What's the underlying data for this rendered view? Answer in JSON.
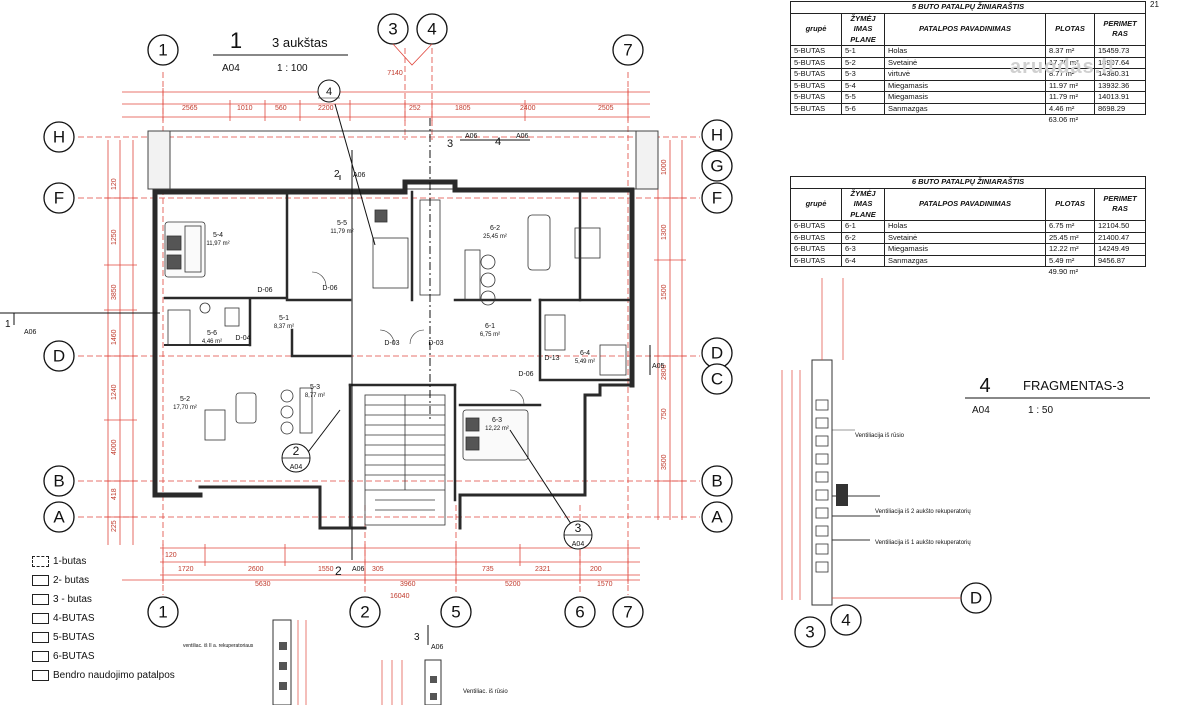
{
  "plan": {
    "number": "1",
    "title": "3 aukštas",
    "sheet": "A04",
    "scale": "1 : 100"
  },
  "fragment": {
    "number": "4",
    "title": "FRAGMENTAS-3",
    "sheet": "A04",
    "scale": "1 : 50",
    "notes": [
      "Ventiliacija iš rūsio",
      "Ventiliacija iš 2 aukšto rekuperatorių",
      "Ventiliacija iš 1 aukšto rekuperatorių"
    ]
  },
  "grid_axes": {
    "top": [
      "1",
      "3",
      "4",
      "7"
    ],
    "bottom": [
      "1",
      "2",
      "5",
      "6",
      "7"
    ],
    "left": [
      "H",
      "F",
      "D",
      "B",
      "A"
    ],
    "right": [
      "H",
      "G",
      "F",
      "D",
      "C",
      "B",
      "A"
    ],
    "fragment": [
      "3",
      "4",
      "D"
    ]
  },
  "rooms": [
    {
      "id": "5-4",
      "area": "11,97 m²"
    },
    {
      "id": "5-5",
      "area": "11,79 m²"
    },
    {
      "id": "6-2",
      "area": "25,45 m²"
    },
    {
      "id": "5-6",
      "area": "4,46 m²"
    },
    {
      "id": "5-1",
      "area": "8,37 m²"
    },
    {
      "id": "6-1",
      "area": "6,75 m²"
    },
    {
      "id": "6-4",
      "area": "5,49 m²"
    },
    {
      "id": "5-2",
      "area": "17,70 m²"
    },
    {
      "id": "5-3",
      "area": "8,77 m²"
    },
    {
      "id": "6-3",
      "area": "12,22 m²"
    }
  ],
  "doors": [
    "D-06",
    "D-06",
    "D-04",
    "D-03",
    "D-03",
    "D-13",
    "D-06"
  ],
  "section_marks": {
    "s1": {
      "num": "1",
      "sheet": "A06"
    },
    "s2": {
      "num": "2",
      "sheet": "A06"
    },
    "s3": {
      "num": "3",
      "sheet": "A06"
    },
    "s4": {
      "num": "4",
      "sheet": "A06"
    },
    "s5": {
      "num": "5",
      "sheet": "A05"
    },
    "c2": {
      "num": "2",
      "sheet": "A04"
    },
    "c3": {
      "num": "3",
      "sheet": "A04"
    },
    "c4": {
      "num": "4",
      "sheet": ""
    }
  },
  "dimensions": {
    "overall": "16040",
    "top_total": "7140",
    "top_segments": [
      "2565",
      "1010",
      "560",
      "2200",
      "252",
      "1805",
      "2400",
      "2505"
    ],
    "bottom_segments": [
      "120",
      "1720",
      "2600",
      "1550",
      "305",
      "735",
      "2321",
      "200"
    ],
    "bottom_totals": [
      "5630",
      "3960",
      "5200",
      "1570"
    ],
    "left_segments": [
      "120",
      "1250",
      "3850",
      "1460",
      "1240",
      "4000",
      "418",
      "225"
    ],
    "right_segments": [
      "1000",
      "1300",
      "1500",
      "2800",
      "750",
      "3500"
    ]
  },
  "table5": {
    "title": "5 BUTO PATALPŲ ŽINIARAŠTIS",
    "headers": [
      "grupė",
      "ŽYMĖJ IMAS PLANE",
      "PATALPOS PAVADINIMAS",
      "PLOTAS",
      "PERIMET RAS"
    ],
    "rows": [
      [
        "5-BUTAS",
        "5-1",
        "Holas",
        "8.37 m²",
        "15459.73"
      ],
      [
        "5-BUTAS",
        "5-2",
        "Svetainė",
        "17.70 m²",
        "18907.64"
      ],
      [
        "5-BUTAS",
        "5-3",
        "virtuvė",
        "8.77 m²",
        "14380.31"
      ],
      [
        "5-BUTAS",
        "5-4",
        "Miegamasis",
        "11.97 m²",
        "13932.36"
      ],
      [
        "5-BUTAS",
        "5-5",
        "Miegamasis",
        "11.79 m²",
        "14013.91"
      ],
      [
        "5-BUTAS",
        "5-6",
        "Sanmazgas",
        "4.46 m²",
        "8698.29"
      ]
    ],
    "total": "63.06 m²"
  },
  "table6": {
    "title": "6 BUTO PATALPŲ ŽINIARAŠTIS",
    "headers": [
      "grupė",
      "ŽYMĖJ IMAS PLANE",
      "PATALPOS PAVADINIMAS",
      "PLOTAS",
      "PERIMET RAS"
    ],
    "rows": [
      [
        "6-BUTAS",
        "6-1",
        "Holas",
        "6.75 m²",
        "12104.50"
      ],
      [
        "6-BUTAS",
        "6-2",
        "Svetainė",
        "25.45 m²",
        "21400.47"
      ],
      [
        "6-BUTAS",
        "6-3",
        "Miegamasis",
        "12.22 m²",
        "14249.49"
      ],
      [
        "6-BUTAS",
        "6-4",
        "Sanmazgas",
        "5.49 m²",
        "9456.87"
      ]
    ],
    "total": "49.90 m²"
  },
  "legend": [
    "1-butas",
    "2- butas",
    "3 - butas",
    "4-BUTAS",
    "5-BUTAS",
    "6-BUTAS",
    "Bendro naudojimo patalpos"
  ],
  "bottom_notes": [
    "ventiliac. iš II a. rekuperatoriaus",
    "Ventiliac. iš rūsio"
  ],
  "watermark": "aruodas.lt",
  "page_number": "21"
}
